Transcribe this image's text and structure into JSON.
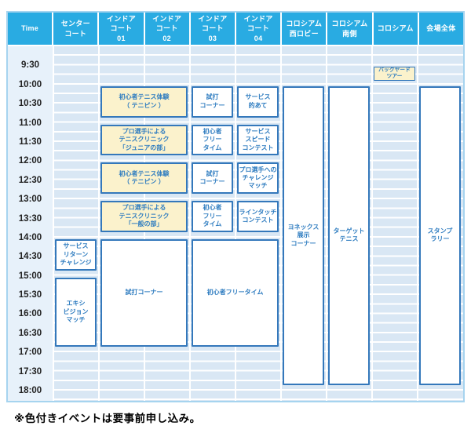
{
  "schedule": {
    "columns": [
      {
        "id": "time",
        "label": "Time"
      },
      {
        "id": "center-court",
        "label": "センター\nコート"
      },
      {
        "id": "indoor-court-01",
        "label": "インドア\nコート\n01"
      },
      {
        "id": "indoor-court-02",
        "label": "インドア\nコート\n02"
      },
      {
        "id": "indoor-court-03",
        "label": "インドア\nコート\n03"
      },
      {
        "id": "indoor-court-04",
        "label": "インドア\nコート\n04"
      },
      {
        "id": "coliseum-west-lobby",
        "label": "コロシアム\n西ロビー"
      },
      {
        "id": "coliseum-south",
        "label": "コロシアム\n南側"
      },
      {
        "id": "coliseum",
        "label": "コロシアム"
      },
      {
        "id": "venue-all",
        "label": "会場全体"
      }
    ],
    "times": [
      "9:30",
      "10:00",
      "10:30",
      "11:00",
      "11:30",
      "12:00",
      "12:30",
      "13:00",
      "13:30",
      "14:00",
      "14:30",
      "15:00",
      "15:30",
      "16:00",
      "16:30",
      "17:00",
      "17:30",
      "18:00"
    ],
    "events": [
      {
        "column": "center-court",
        "col": 1,
        "col_span": 1,
        "start": "14:00",
        "end": "15:00",
        "label": "サービス\nリターン\nチャレンジ",
        "highlight": false
      },
      {
        "column": "center-court",
        "col": 1,
        "col_span": 1,
        "start": "15:00",
        "end": "17:00",
        "label": "エキシ\nビジョン\nマッチ",
        "highlight": false
      },
      {
        "column": "indoor-court-01",
        "col": 2,
        "col_span": 2,
        "start": "10:00",
        "end": "11:00",
        "label": "初心者テニス体験\n（ テニピン ）",
        "highlight": true
      },
      {
        "column": "indoor-court-01",
        "col": 2,
        "col_span": 2,
        "start": "11:00",
        "end": "12:00",
        "label": "プロ選手による\nテニスクリニック\n「ジュニアの部」",
        "highlight": true
      },
      {
        "column": "indoor-court-01",
        "col": 2,
        "col_span": 2,
        "start": "12:00",
        "end": "13:00",
        "label": "初心者テニス体験\n（ テニピン ）",
        "highlight": true
      },
      {
        "column": "indoor-court-01",
        "col": 2,
        "col_span": 2,
        "start": "13:00",
        "end": "14:00",
        "label": "プロ選手による\nテニスクリニック\n「一般の部」",
        "highlight": true
      },
      {
        "column": "indoor-court-01",
        "col": 2,
        "col_span": 2,
        "start": "14:00",
        "end": "17:00",
        "label": "試打コーナー",
        "highlight": false
      },
      {
        "column": "indoor-court-03",
        "col": 4,
        "col_span": 1,
        "start": "10:00",
        "end": "11:00",
        "label": "試打\nコーナー",
        "highlight": false
      },
      {
        "column": "indoor-court-03",
        "col": 4,
        "col_span": 1,
        "start": "11:00",
        "end": "12:00",
        "label": "初心者\nフリー\nタイム",
        "highlight": false
      },
      {
        "column": "indoor-court-03",
        "col": 4,
        "col_span": 1,
        "start": "12:00",
        "end": "13:00",
        "label": "試打\nコーナー",
        "highlight": false
      },
      {
        "column": "indoor-court-03",
        "col": 4,
        "col_span": 1,
        "start": "13:00",
        "end": "14:00",
        "label": "初心者\nフリー\nタイム",
        "highlight": false
      },
      {
        "column": "indoor-court-03",
        "col": 4,
        "col_span": 2,
        "start": "14:00",
        "end": "17:00",
        "label": "初心者フリータイム",
        "highlight": false
      },
      {
        "column": "indoor-court-04",
        "col": 5,
        "col_span": 1,
        "start": "10:00",
        "end": "11:00",
        "label": "サービス\n的あて",
        "highlight": false
      },
      {
        "column": "indoor-court-04",
        "col": 5,
        "col_span": 1,
        "start": "11:00",
        "end": "12:00",
        "label": "サービス\nスピード\nコンテスト",
        "highlight": false
      },
      {
        "column": "indoor-court-04",
        "col": 5,
        "col_span": 1,
        "start": "12:00",
        "end": "13:00",
        "label": "プロ選手への\nチャレンジ\nマッチ",
        "highlight": false
      },
      {
        "column": "indoor-court-04",
        "col": 5,
        "col_span": 1,
        "start": "13:00",
        "end": "14:00",
        "label": "ラインタッチ\nコンテスト",
        "highlight": false
      },
      {
        "column": "coliseum-west-lobby",
        "col": 6,
        "col_span": 1,
        "start": "10:00",
        "end": "18:00",
        "label": "ヨネックス\n展示\nコーナー",
        "highlight": false
      },
      {
        "column": "coliseum-south",
        "col": 7,
        "col_span": 1,
        "start": "10:00",
        "end": "18:00",
        "label": "ターゲット\nテニス",
        "highlight": false
      },
      {
        "column": "coliseum",
        "col": 8,
        "col_span": 1,
        "start": "9:30",
        "end": "10:00",
        "label": "バックヤード\nツアー",
        "highlight": true,
        "small": true
      },
      {
        "column": "venue-all",
        "col": 9,
        "col_span": 1,
        "start": "10:00",
        "end": "18:00",
        "label": "スタンプ\nラリー",
        "highlight": false
      }
    ]
  },
  "footer": {
    "note": "※色付きイベントは要事前申し込み。"
  },
  "colors": {
    "header_bg": "#29abe2",
    "header_text": "#ffffff",
    "grid_bg": "#d9e7f4",
    "time_col_bg": "#e7f1fa",
    "gridline": "#ffffff",
    "outer_border": "#a6d4ef",
    "event_border": "#3478bb",
    "event_text": "#2e7cc0",
    "event_bg": "#ffffff",
    "event_bg_highlight": "#fbf2cc",
    "time_text": "#222222",
    "footer_text": "#000000"
  }
}
